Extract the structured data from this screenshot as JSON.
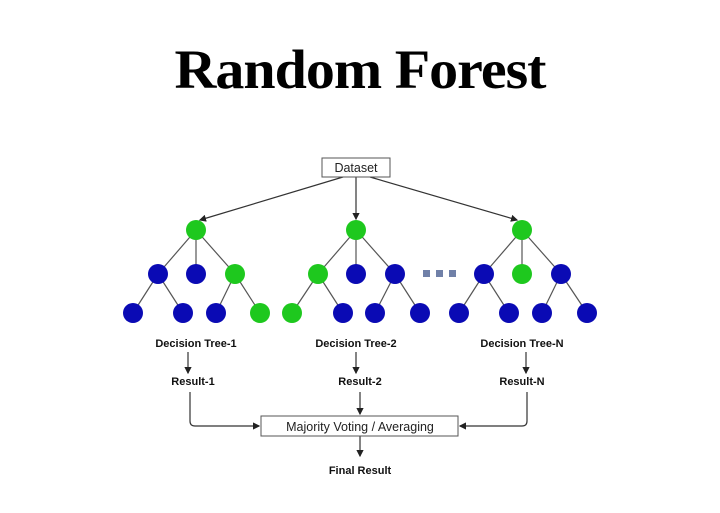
{
  "title": "Random Forest",
  "dataset_label": "Dataset",
  "colors": {
    "green": "#1ec81e",
    "blue": "#0a0ab4",
    "ellipsis": "#7080a8",
    "line": "#555555"
  },
  "trees": [
    {
      "label": "Decision Tree-1",
      "result": "Result-1",
      "root": "green",
      "level2": [
        "blue",
        "blue",
        "green"
      ],
      "leaves": [
        "blue",
        "blue",
        "blue",
        "green"
      ]
    },
    {
      "label": "Decision Tree-2",
      "result": "Result-2",
      "root": "green",
      "level2": [
        "green",
        "blue",
        "blue"
      ],
      "leaves": [
        "green",
        "blue",
        "blue",
        "blue"
      ]
    },
    {
      "label": "Decision Tree-N",
      "result": "Result-N",
      "root": "green",
      "level2": [
        "blue",
        "green",
        "blue"
      ],
      "leaves": [
        "blue",
        "blue",
        "blue",
        "blue"
      ]
    }
  ],
  "aggregator_label": "Majority Voting / Averaging",
  "final_label": "Final Result"
}
